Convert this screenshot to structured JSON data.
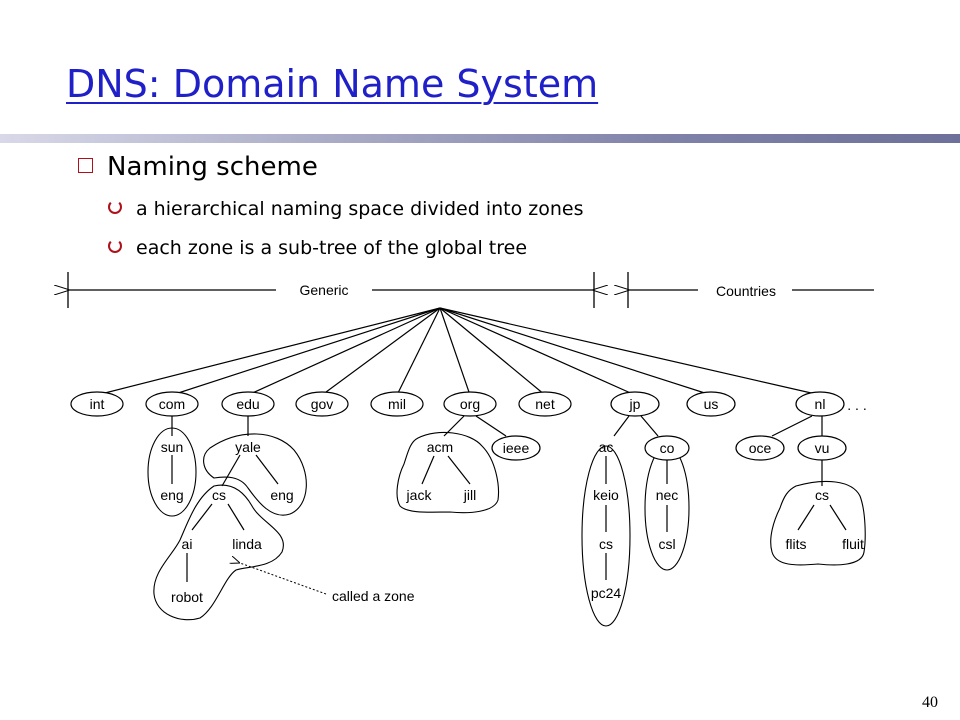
{
  "slide": {
    "title": "DNS: Domain Name System",
    "bullets": [
      {
        "level": 1,
        "text": "Naming scheme"
      },
      {
        "level": 2,
        "text": "a hierarchical naming space divided into zones"
      },
      {
        "level": 2,
        "text": "each zone is a sub-tree of the global tree"
      }
    ],
    "page_number": "40"
  },
  "diagram": {
    "generic_label": "Generic",
    "countries_label": "Countries",
    "ellipsis": ". . .",
    "zone_callout": "called a zone",
    "top_level": [
      "int",
      "com",
      "edu",
      "gov",
      "mil",
      "org",
      "net",
      "jp",
      "us",
      "nl"
    ],
    "children": {
      "sun": "sun",
      "eng_com": "eng",
      "yale": "yale",
      "cs_yale": "cs",
      "eng_yale": "eng",
      "ai": "ai",
      "linda": "linda",
      "robot": "robot",
      "acm": "acm",
      "ieee": "ieee",
      "jack": "jack",
      "jill": "jill",
      "ac": "ac",
      "co": "co",
      "keio": "keio",
      "cs_keio": "cs",
      "pc24": "pc24",
      "nec": "nec",
      "csl": "csl",
      "oce": "oce",
      "vu": "vu",
      "cs_vu": "cs",
      "flits": "flits",
      "fluit": "fluit"
    }
  },
  "colors": {
    "title": "#2020c8",
    "bullet_marker": "#b0101a"
  }
}
